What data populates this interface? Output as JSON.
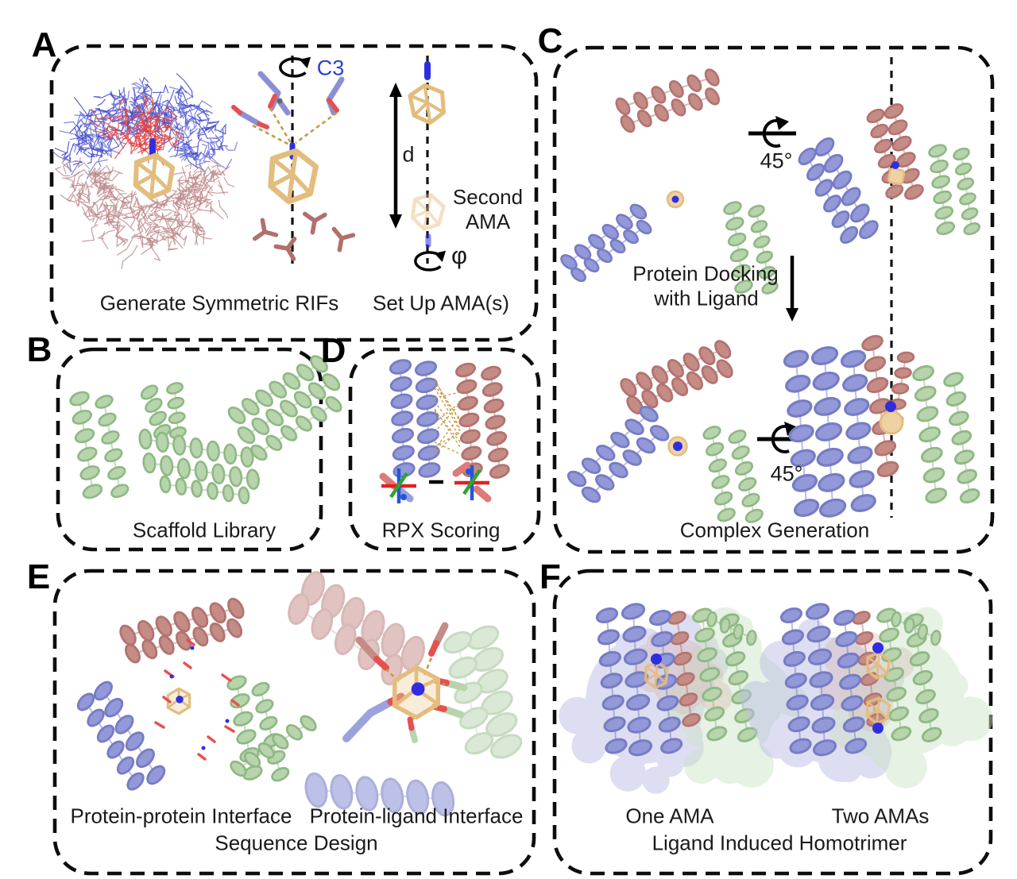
{
  "panels": {
    "a": {
      "label": "A",
      "caption_left": "Generate Symmetric RIFs",
      "caption_right": "Set Up AMA(s)",
      "symmetry_label": "C3",
      "distance_label": "d",
      "twist_label": "φ",
      "second_ama_label": "Second AMA"
    },
    "b": {
      "label": "B",
      "caption": "Scaffold Library"
    },
    "c": {
      "label": "C",
      "rotation_label": "45°",
      "dock_step_line1": "Protein Docking",
      "dock_step_line2": "with Ligand",
      "caption": "Complex Generation"
    },
    "d": {
      "label": "D",
      "caption": "RPX Scoring"
    },
    "e": {
      "label": "E",
      "caption_left": "Protein-protein Interface",
      "caption_right": "Protein-ligand Interface",
      "caption": "Sequence Design"
    },
    "f": {
      "label": "F",
      "caption_left": "One AMA",
      "caption_right": "Two AMAs",
      "caption": "Ligand Induced Homotrimer"
    }
  },
  "colors": {
    "background": "#ffffff",
    "outline": "#0d0d0d",
    "green_fill": "#b7d4ac",
    "green_stroke": "#8fb884",
    "purple_fill": "#9298d8",
    "purple_stroke": "#767cc3",
    "red_fill": "#c58b85",
    "red_stroke": "#b27370",
    "gold": "#e3bd7e",
    "gold_fill": "#eed2a2",
    "hbond": "#c49b45",
    "nitrogen": "#2e2ee0",
    "rif_blue": "#6a71d8",
    "rif_blue2": "#4048c8",
    "rif_red": "#e04343",
    "rif_pink": "#c08b8d",
    "stick_purple": "#8b90d5",
    "stick_red": "#e65050",
    "stick_brown": "#b0716d",
    "axis_red": "#e02222",
    "axis_blue": "#2256dd",
    "axis_green": "#2fa32f",
    "label_blue": "#2a3fd4",
    "surface_purple": "#bcbfe6",
    "surface_green": "#cde4c6",
    "surface_red": "#d6aca6"
  }
}
